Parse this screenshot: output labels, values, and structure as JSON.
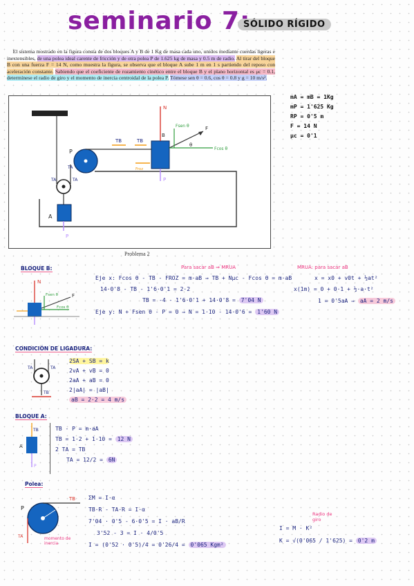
{
  "header": {
    "title": "seminario 7:",
    "subtitle": "SÓLIDO RÍGIDO"
  },
  "problem": {
    "p1": "El sistema mostrado en la figura consta de dos bloques A y B de 1 Kg de masa cada uno, unidos mediante cuerdas ligeras e inextensibles,",
    "p2": "de una polea ideal carente de fricción y de otra polea P de 1.625 kg de masa y 0.5 m de radio.",
    "p3": "Al tirar del bloque B con una fuerza F = 14 N, como muestra la figura, se observa que el bloque A sube 1 m en 1 s partiendo del reposo con aceleración constante.",
    "p4": "Sabiendo que el coeficiente de rozamiento cinético entre el bloque B y el plano horizontal es μc = 0.1,",
    "p5": "determínese el radio de giro y el momento de inercia centroidal de la polea P.",
    "p6": "Tómese sen θ = 0.6, cos θ = 0.8 y g = 10 m/s².",
    "caption": "Problema 2"
  },
  "givens": [
    "mA = mB = 1Kg",
    "mP = 1'625 Kg",
    "RP = 0'5 m",
    "F = 14 N",
    "μc = 0'1"
  ],
  "figure_labels": {
    "P": "P",
    "A": "A",
    "B": "B",
    "TB": "TB",
    "TA": "TA",
    "theta": "θ",
    "F": "F",
    "Fsen": "Fsen θ",
    "Fcos": "Fcos θ",
    "N": "N",
    "P_weight": "P",
    "Froz": "Froz"
  },
  "bloqueB": {
    "heading": "BLOQUE B:",
    "note_left": "Para sacar",
    "note_sub": "aB",
    "note_right": "⇒ MRUA",
    "ejex1": "Eje x: Fcos θ - TB - FROZ  =  m·aB  ⇒  TB + Nμc - Fcos θ = m·aB",
    "ejex2": "14·0'8 - TB  -  1'6·0'1 = 2·2",
    "ejex3": "TB = -4 - 1'6·0'1 + 14·0'8  =",
    "ejex3_res": "7'04 N",
    "ejey": "Eje y:  N + Fsen θ - P  =  0  ⇒  N = 1·10 - 14·0'6 =",
    "ejey_res": "1'60 N",
    "mrua_title": "MRUA: para sacar aB",
    "mrua1": "x = x0 + v0t + ½at²",
    "mrua2": "x(1m) = 0 + 0·1 + ½·a·t²",
    "mrua3": "1 = 0'5aA  ⇒",
    "mrua3_res": "aA = 2 m/s"
  },
  "ligadura": {
    "heading": "CONDICIÓN DE LIGADURA:",
    "l1": "2SA + SB = k",
    "l2": "2vA + vB = 0",
    "l3": "2aA + aB = 0",
    "l4": "2|aA| = |aB|",
    "l5": "aB = 2·2 = 4 m/s"
  },
  "bloqueA": {
    "heading": "BLOQUE A:",
    "a1": "TB - P = m·aA",
    "a2": "TB = 1·2 + 1·10 =",
    "a2_res": "12 N",
    "a3": "2 TA = TB",
    "a4": "TA = 12/2 =",
    "a4_res": "6N"
  },
  "polea": {
    "heading": "Polea:",
    "p1": "ΣM = I·α",
    "p2": "TB·R - TA·R = I·α",
    "p3": "7'04 · 0'5  -  6·0'5  =  I · aB/R",
    "p4": "3'52 - 3 = I · 4/0'5",
    "p5": "I = (0'52 · 0'5)/4  =  0'26/4  =",
    "p5_res": "0'065 Kgm²",
    "label_inercia": "momento de inercia",
    "label_radio": "Radio de giro",
    "r1": "I = M · K²",
    "r2": "K = √(0'065 / 1'625)  =",
    "r2_res": "0'2 m"
  }
}
